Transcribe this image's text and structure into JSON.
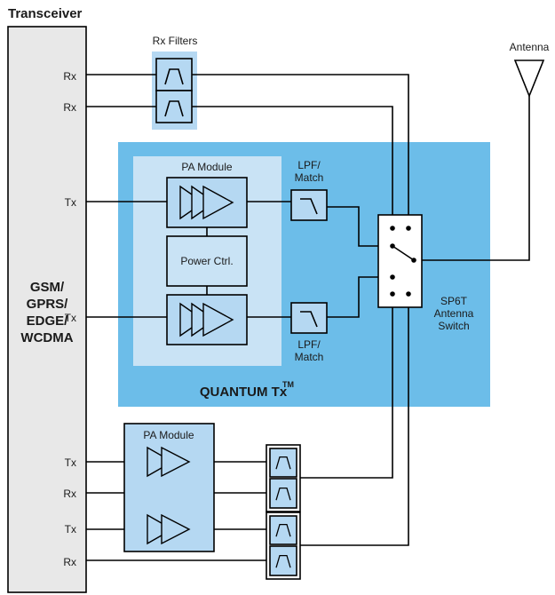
{
  "transceiver": {
    "title": "Transceiver",
    "standards": [
      "GSM/",
      "GPRS/",
      "EDGE/",
      "WCDMA"
    ],
    "top_ports": [
      "Rx",
      "Rx",
      "Tx",
      "Tx"
    ],
    "bottom_ports": [
      "Tx",
      "Rx",
      "Tx",
      "Rx"
    ]
  },
  "rx_filters": {
    "label": "Rx Filters"
  },
  "antenna": {
    "label": "Antenna"
  },
  "quantum": {
    "title": "QUANTUM Tx",
    "title_sup": "TM",
    "pa_module_label": "PA Module",
    "power_ctrl_label": "Power Ctrl.",
    "lpf_top": [
      "LPF/",
      "Match"
    ],
    "lpf_bottom": [
      "LPF/",
      "Match"
    ]
  },
  "switch": {
    "label": [
      "SP6T",
      "Antenna",
      "Switch"
    ]
  },
  "pa_module_ext": {
    "label": "PA Module"
  },
  "colors": {
    "quantum_bg": "#6cbde9",
    "panel_light": "#c9e3f5",
    "transceiver_bg": "#e8e8e8",
    "component_bg": "#b5d8f2",
    "switch_bg": "#ffffff"
  }
}
